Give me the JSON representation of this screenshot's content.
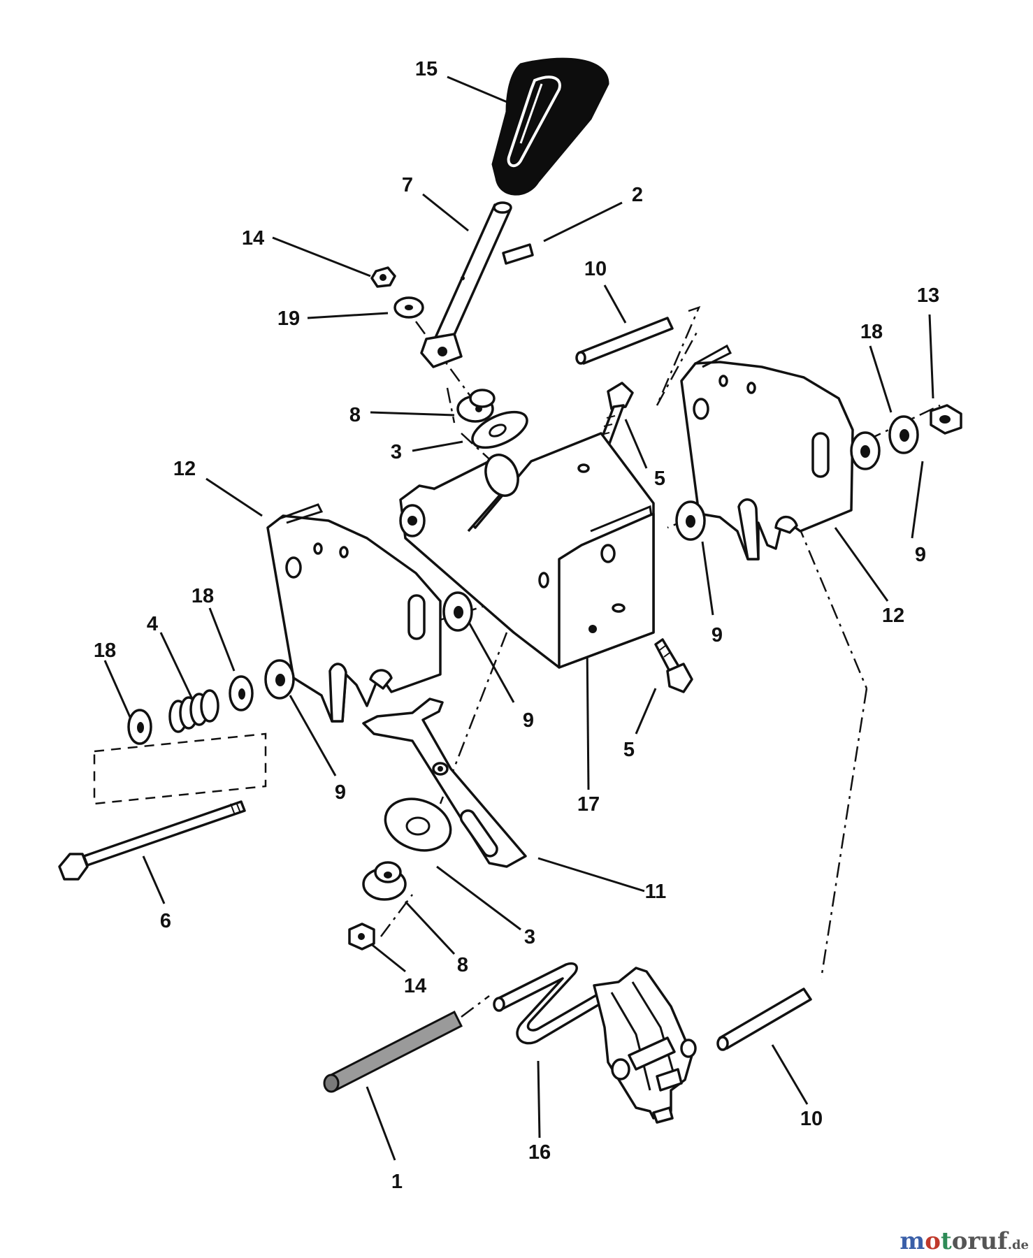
{
  "callouts": [
    "1",
    "2",
    "3",
    "3",
    "4",
    "5",
    "5",
    "6",
    "7",
    "8",
    "8",
    "9",
    "9",
    "9",
    "9",
    "10",
    "10",
    "11",
    "12",
    "12",
    "13",
    "14",
    "14",
    "15",
    "16",
    "17",
    "18",
    "18",
    "18",
    "19"
  ],
  "watermark": {
    "brand": "motoruf",
    "tld": ".de"
  },
  "colors": {
    "ink": "#111111",
    "background": "#ffffff",
    "knob": "#0d0d0d",
    "wm_m": "#3a5fa8",
    "wm_o": "#c0392b",
    "wm_t": "#2e8b57",
    "wm_rest": "#555555"
  }
}
